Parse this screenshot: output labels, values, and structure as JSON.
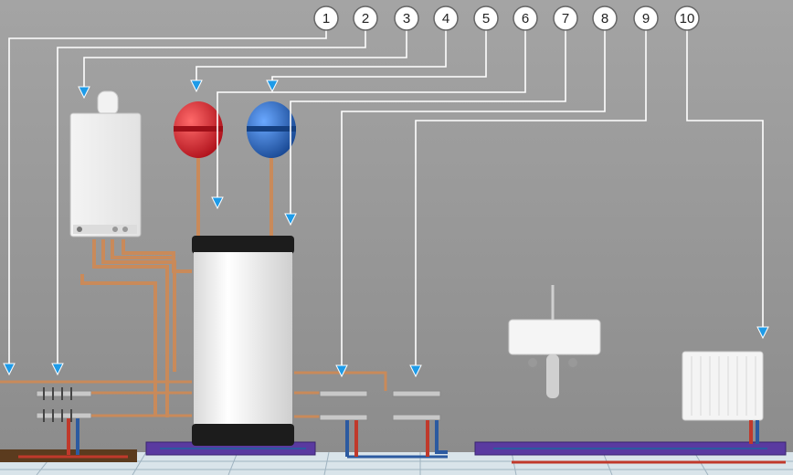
{
  "callouts": [
    {
      "label": "1"
    },
    {
      "label": "2"
    },
    {
      "label": "3"
    },
    {
      "label": "4"
    },
    {
      "label": "5"
    },
    {
      "label": "6"
    },
    {
      "label": "7"
    },
    {
      "label": "8"
    },
    {
      "label": "9"
    },
    {
      "label": "10"
    }
  ],
  "colors": {
    "wall": "#9a9a9a",
    "leader_line": "#ffffff",
    "arrow": "#1e9be8",
    "hot_pipe": "#c0392b",
    "cold_pipe": "#2c5aa0",
    "copper": "#c98a5a",
    "red_tank": "#d01e2a",
    "blue_tank": "#1f5fb0",
    "floor_heating": "#5a3aa0"
  }
}
